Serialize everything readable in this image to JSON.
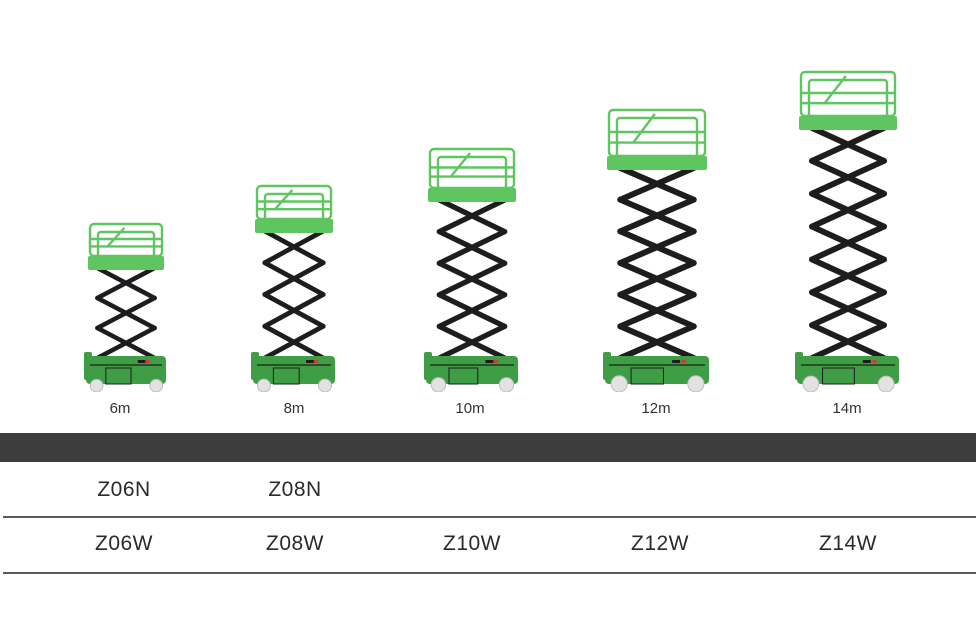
{
  "colors": {
    "platform_green": "#5ec561",
    "base_green": "#3f9e45",
    "scissor_black": "#1d1d1d",
    "band": "#3d3d3d",
    "rule": "#5a5a5a",
    "wheel": "#e2e2e2"
  },
  "lifts": [
    {
      "height_label": "6m",
      "narrow_model": "Z06N",
      "wide_model": "Z06W",
      "stages": 3
    },
    {
      "height_label": "8m",
      "narrow_model": "Z08N",
      "wide_model": "Z08W",
      "stages": 4
    },
    {
      "height_label": "10m",
      "narrow_model": "",
      "wide_model": "Z10W",
      "stages": 5
    },
    {
      "height_label": "12m",
      "narrow_model": "",
      "wide_model": "Z12W",
      "stages": 6
    },
    {
      "height_label": "14m",
      "narrow_model": "",
      "wide_model": "Z14W",
      "stages": 7
    }
  ]
}
